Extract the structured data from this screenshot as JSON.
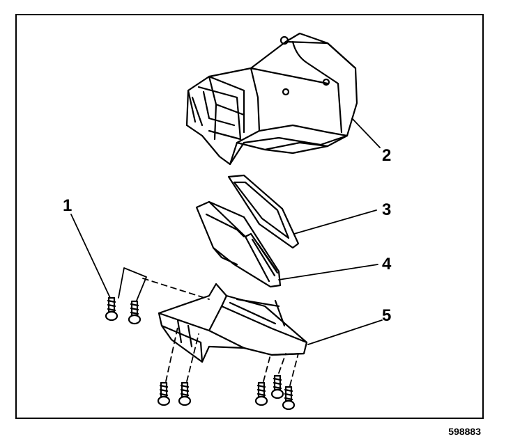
{
  "diagram": {
    "callouts": [
      {
        "id": "1",
        "label": "1"
      },
      {
        "id": "2",
        "label": "2"
      },
      {
        "id": "3",
        "label": "3"
      },
      {
        "id": "4",
        "label": "4"
      },
      {
        "id": "5",
        "label": "5"
      }
    ],
    "figure_number": "598883"
  }
}
